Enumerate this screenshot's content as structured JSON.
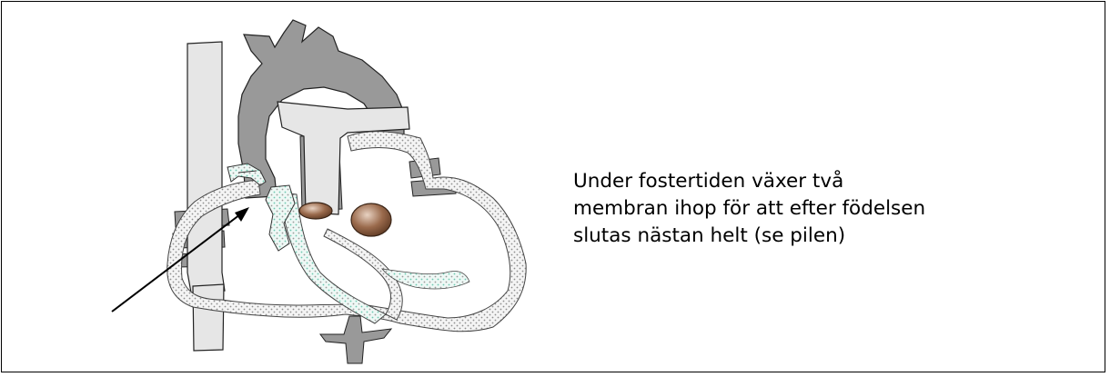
{
  "caption": {
    "line1": "Under fostertiden växer två",
    "line2": "membran ihop för att efter födelsen",
    "line3": "slutas nästan helt (se pilen)"
  },
  "colors": {
    "vessel_light": "#e6e6e6",
    "vessel_dark": "#999999",
    "stipple": "#a8a8a8",
    "membrane": "#7fcfb8",
    "valve": "#8a5a3c",
    "border": "#000000"
  }
}
